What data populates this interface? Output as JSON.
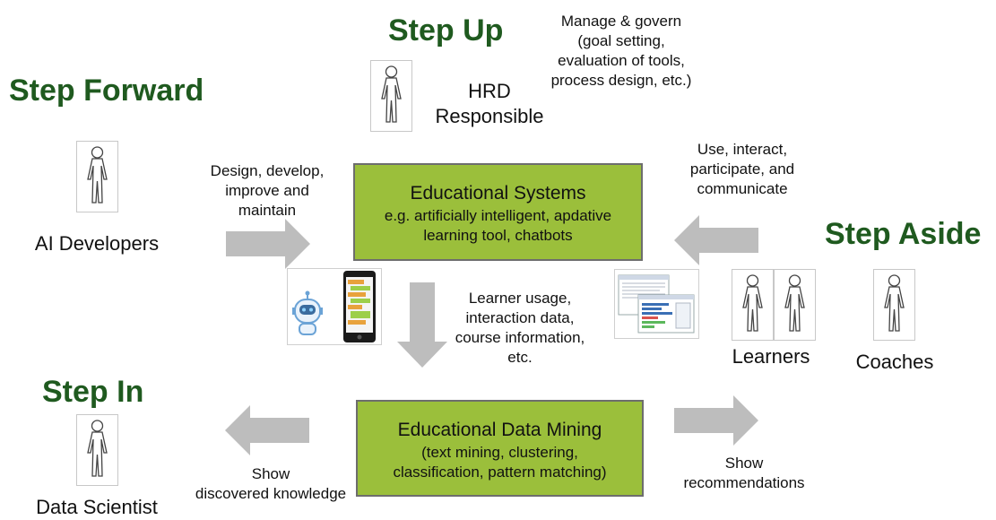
{
  "headings": {
    "step_up": "Step Up",
    "step_forward": "Step Forward",
    "step_aside": "Step Aside",
    "step_in": "Step In"
  },
  "roles": {
    "hrd": "HRD\nResponsible",
    "ai_dev": "AI Developers",
    "learners": "Learners",
    "coaches": "Coaches",
    "data_scientist": "Data Scientist"
  },
  "labels": {
    "manage": "Manage & govern\n(goal setting,\nevaluation of tools,\nprocess design, etc.)",
    "design": "Design, develop,\nimprove and\nmaintain",
    "use": "Use, interact,\nparticipate, and\ncommunicate",
    "usage": "Learner usage,\ninteraction data,\ncourse information,\netc.",
    "show_knowledge": "Show\ndiscovered knowledge",
    "show_recs": "Show\nrecommendations"
  },
  "boxes": {
    "edu_systems": {
      "title": "Educational Systems",
      "subtitle": "e.g. artificially intelligent, apdative\nlearning tool, chatbots"
    },
    "edm": {
      "title": "Educational Data Mining",
      "subtitle": "(text mining, clustering,\nclassification, pattern matching)"
    }
  },
  "icons": [
    "person-icon",
    "chatbot-phone-icon",
    "dashboard-screenshot-icon",
    "arrow-right-icon",
    "arrow-left-icon",
    "arrow-down-icon"
  ],
  "colors": {
    "heading": "#1f5a1f",
    "box_fill": "#9bbf3b",
    "arrow": "#bdbdbd"
  }
}
